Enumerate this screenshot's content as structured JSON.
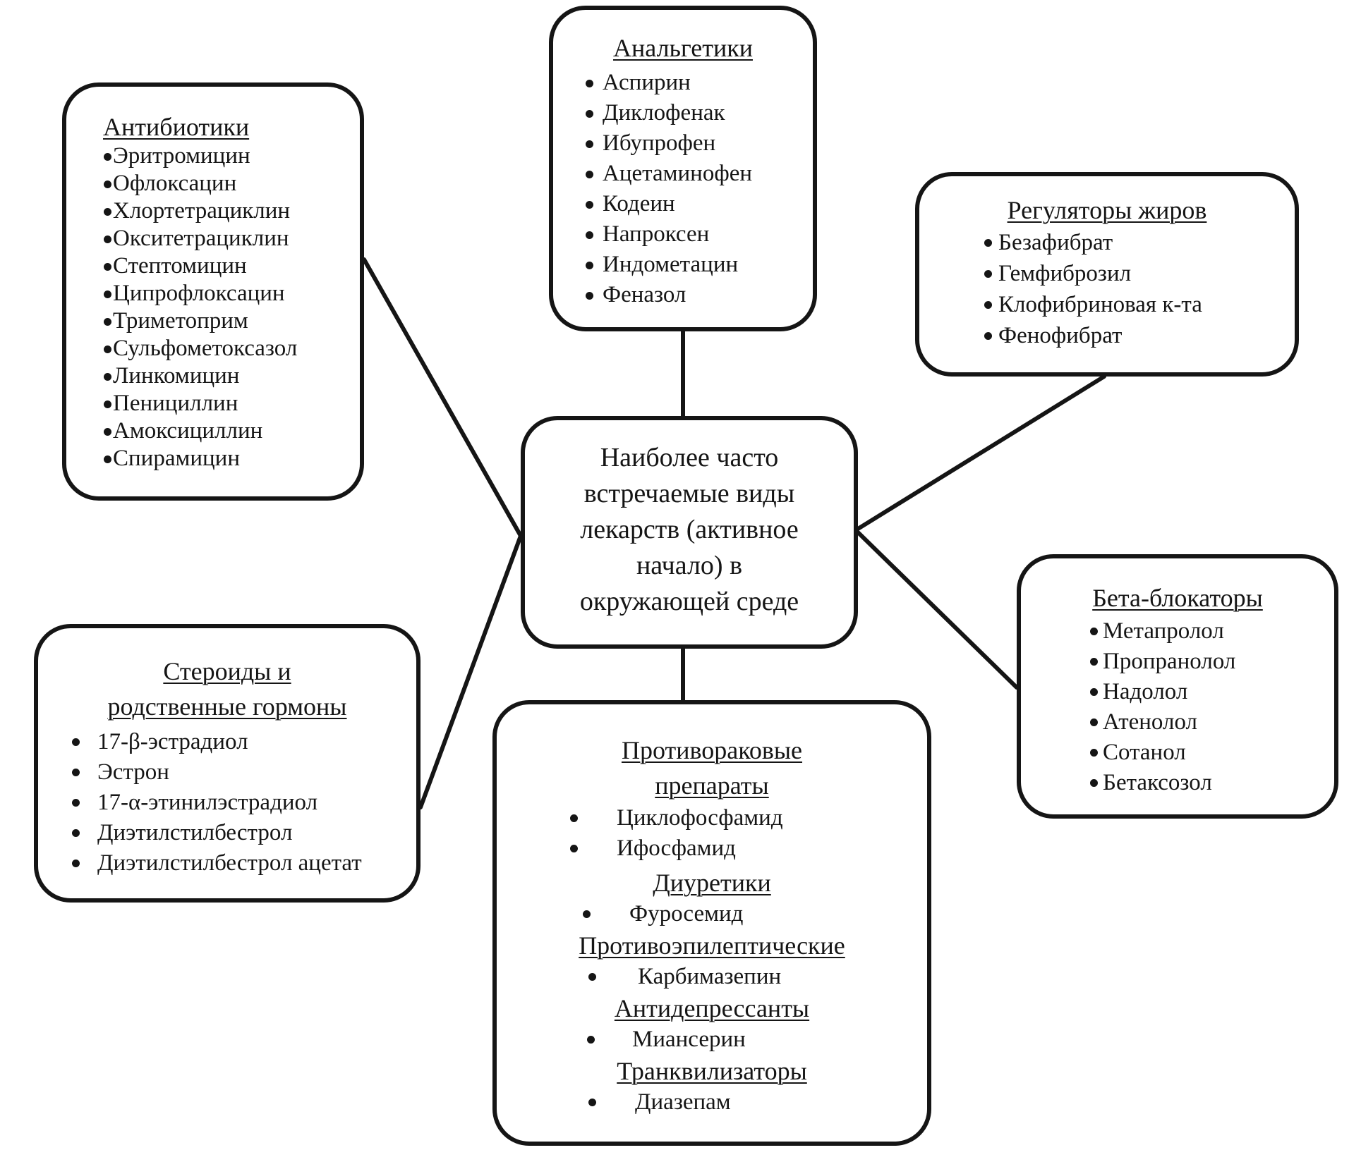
{
  "center": {
    "lines": [
      "Наиболее часто",
      "встречаемые виды",
      "лекарств (активное",
      "начало) в",
      "окружающей среде"
    ]
  },
  "analgesics": {
    "title": "Анальгетики",
    "items": [
      "Аспирин",
      "Диклофенак",
      "Ибупрофен",
      "Ацетаминофен",
      "Кодеин",
      "Напроксен",
      "Индометацин",
      "Феназол"
    ]
  },
  "antibiotics": {
    "title": "Антибиотики",
    "items": [
      "Эритромицин",
      "Офлоксацин",
      "Хлортетрациклин",
      "Окситетрациклин",
      "Стептомицин",
      "Ципрофлоксацин",
      "Триметоприм",
      "Сульфометоксазол",
      "Линкомицин",
      "Пенициллин",
      "Амоксициллин",
      "Спирамицин"
    ]
  },
  "lipid_regulators": {
    "title": "Регуляторы жиров",
    "items": [
      "Безафибрат",
      "Гемфиброзил",
      "Клофибриновая к-та",
      "Фенофибрат"
    ]
  },
  "beta_blockers": {
    "title": "Бета-блокаторы",
    "items": [
      "Метапролол",
      "Пропранолол",
      "Надолол",
      "Атенолол",
      "Сотанол",
      "Бетаксозол"
    ]
  },
  "steroids": {
    "title_lines": [
      "Стероиды и",
      "родственные гормоны"
    ],
    "items": [
      "17-β-эстрадиол",
      "Эстрон",
      "17-α-этинилэстрадиол",
      "Диэтилстилбестрол",
      "Диэтилстилбестрол ацетат"
    ]
  },
  "other": {
    "anticancer": {
      "title_lines": [
        "Противораковые",
        "препараты"
      ],
      "items": [
        "Циклофосфамид",
        "Ифосфамид"
      ]
    },
    "diuretics": {
      "title": "Диуретики",
      "items": [
        "Фуросемид"
      ]
    },
    "antiepileptics": {
      "title": "Противоэпилептические",
      "items": [
        "Карбимазепин"
      ]
    },
    "antidepressants": {
      "title": "Антидепрессанты",
      "items": [
        "Миансерин"
      ]
    },
    "tranquilizers": {
      "title": "Транквилизаторы",
      "items": [
        "Диазепам"
      ]
    }
  }
}
